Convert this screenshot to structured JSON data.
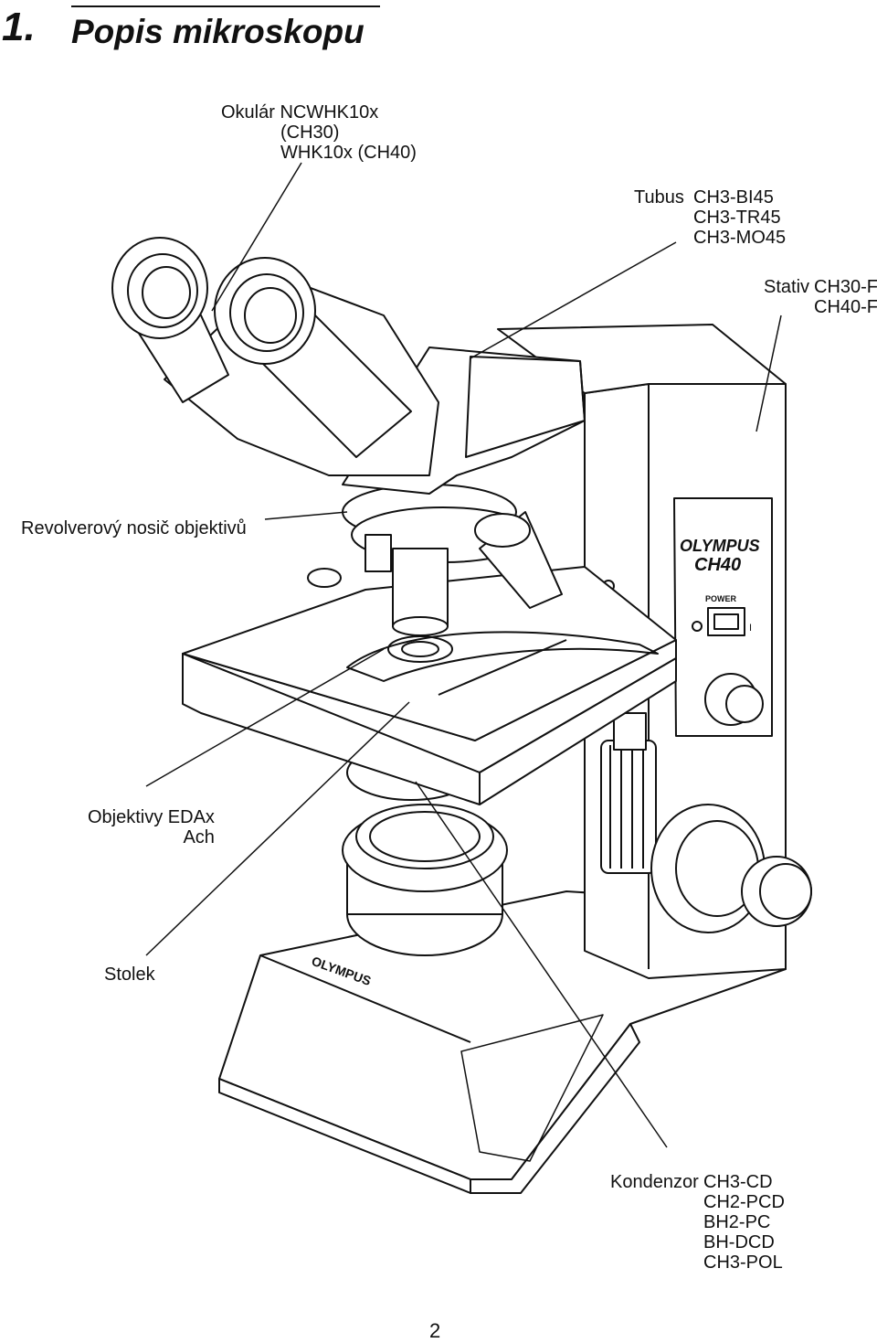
{
  "heading": {
    "number": "1.",
    "title": "Popis mikroskopu"
  },
  "labels": {
    "okular": [
      "Okulár NCWHK10x",
      "(CH30)",
      "WHK10x (CH40)"
    ],
    "tubus_prefix": "Tubus",
    "tubus": [
      "CH3-BI45",
      "CH3-TR45",
      "CH3-MO45"
    ],
    "stativ_prefix": "Stativ",
    "stativ": [
      "CH30-F",
      "CH40-F"
    ],
    "revolver": "Revolverový nosič objektivů",
    "objektivy": [
      "Objektivy EDAx",
      "Ach"
    ],
    "stolek": "Stolek",
    "kondenzor_prefix": "Kondenzor",
    "kondenzor": [
      "CH3-CD",
      "CH2-PCD",
      "BH2-PC",
      "BH-DCD",
      "CH3-POL"
    ]
  },
  "panel": {
    "brand": "OLYMPUS",
    "model": "CH40",
    "power": "POWER",
    "base_brand": "OLYMPUS",
    "switch_mark": "I"
  },
  "page_number": "2"
}
